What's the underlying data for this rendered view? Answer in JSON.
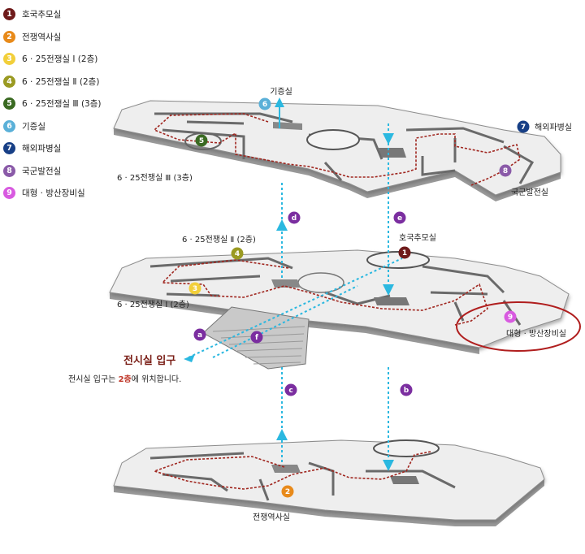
{
  "legend": [
    {
      "num": "1",
      "label": "호국추모실",
      "color": "#6e1a1a"
    },
    {
      "num": "2",
      "label": "전쟁역사실",
      "color": "#e88a1a"
    },
    {
      "num": "3",
      "label": "6 · 25전쟁실 Ⅰ (2층)",
      "color": "#f2cf3a"
    },
    {
      "num": "4",
      "label": "6 · 25전쟁실 Ⅱ (2층)",
      "color": "#9a9a22"
    },
    {
      "num": "5",
      "label": "6 · 25전쟁실 Ⅲ (3층)",
      "color": "#3a6a22"
    },
    {
      "num": "6",
      "label": "기증실",
      "color": "#5ab0d8"
    },
    {
      "num": "7",
      "label": "해외파병실",
      "color": "#173f86"
    },
    {
      "num": "8",
      "label": "국군발전실",
      "color": "#8a5aa8"
    },
    {
      "num": "9",
      "label": "대형 · 방산장비실",
      "color": "#d85ae0"
    }
  ],
  "map": {
    "gizeung": "기증실",
    "haeoe": "해외파병실",
    "gukgun": "국군발전실",
    "war3": "6 · 25전쟁실 Ⅲ (3층)",
    "war2": "6 · 25전쟁실 Ⅱ (2층)",
    "war1": "6 · 25전쟁실 Ⅰ (2층)",
    "hoguk": "호국추모실",
    "daehyeong": "대형 · 방산장비실",
    "entrance": "전시실 입구",
    "note_pre": "전시실 입구는 ",
    "note_em": "2층",
    "note_post": "에 위치합니다.",
    "jeonjaeng": "전쟁역사실",
    "arrow_a": "a",
    "arrow_b": "b",
    "arrow_c": "c",
    "arrow_d": "d",
    "arrow_e": "e",
    "arrow_f": "f",
    "n1": "1",
    "n2": "2",
    "n3": "3",
    "n4": "4",
    "n5": "5",
    "n6": "6",
    "n7": "7",
    "n8": "8",
    "n9": "9"
  },
  "colors": {
    "path": "#a0261f",
    "arrow": "#2bb8e0",
    "circle": "#b01e1e",
    "marker": "#7b2ea0"
  }
}
